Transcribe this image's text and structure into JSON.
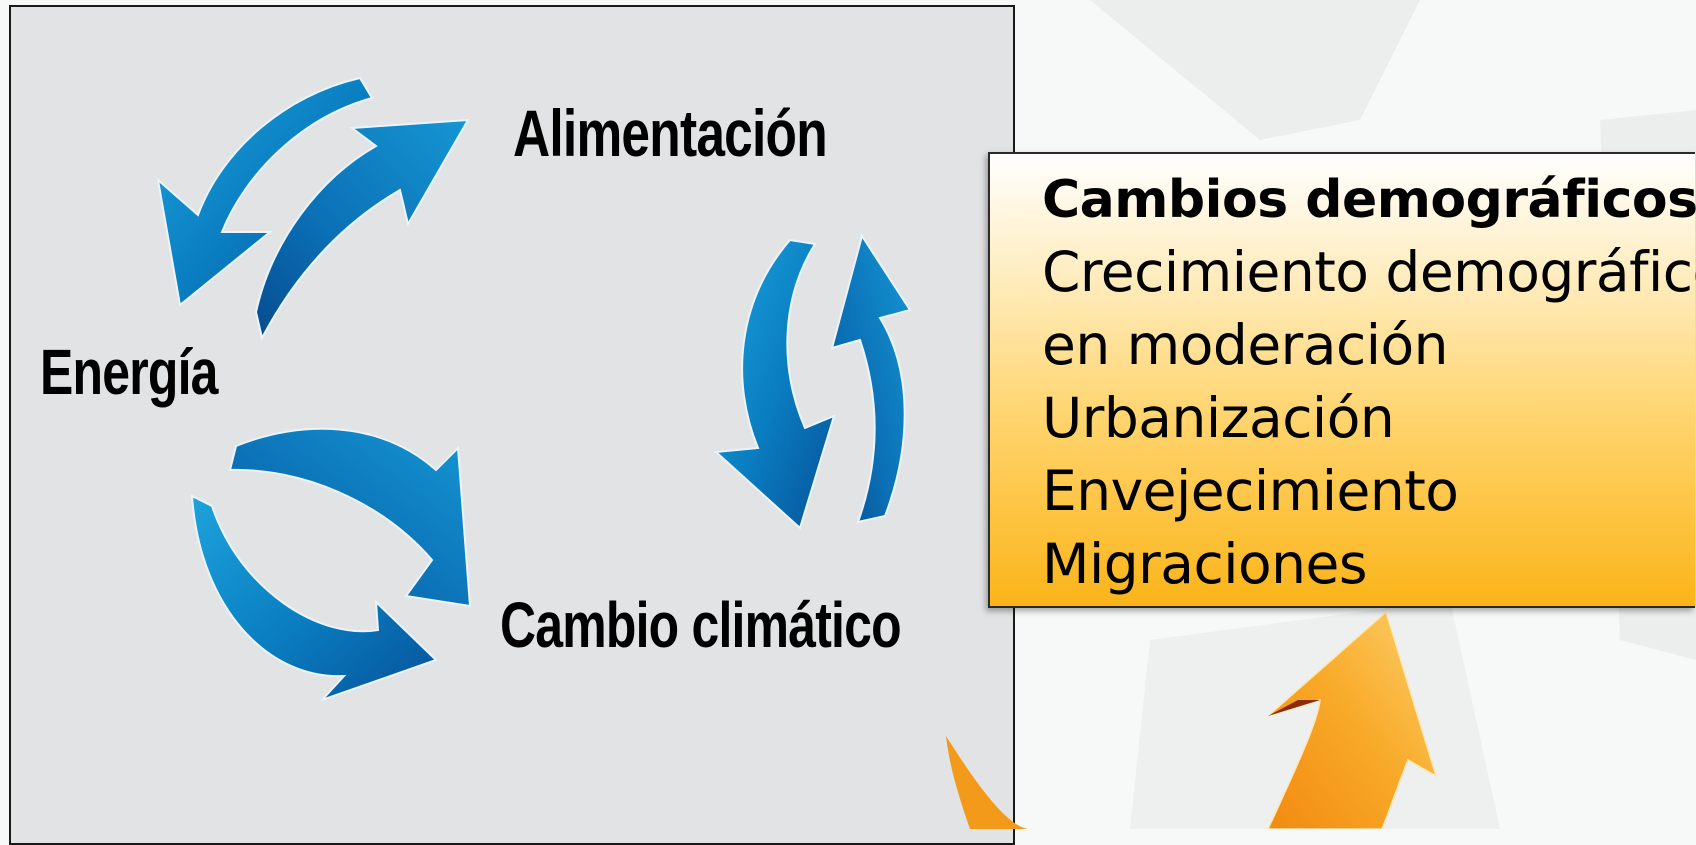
{
  "labels": {
    "alimentacion": "Alimentación",
    "energia": "Energía",
    "cambio_climatico": "Cambio climático"
  },
  "info_box": {
    "title": "Cambios demográficos:",
    "items": [
      "Crecimiento demográfico",
      "en moderación",
      "Urbanización",
      "Envejecimiento",
      "Migraciones"
    ]
  },
  "colors": {
    "panel_background": "#e2e3e4",
    "blue_arrow": "#0a7fc2",
    "blue_arrow_dark": "#07529a",
    "orange_arrow": "#f39a1b",
    "box_gradient_end": "#fbb419"
  },
  "icons": [
    "blue-cycle-arrows-icon",
    "orange-up-arrow-icon"
  ]
}
